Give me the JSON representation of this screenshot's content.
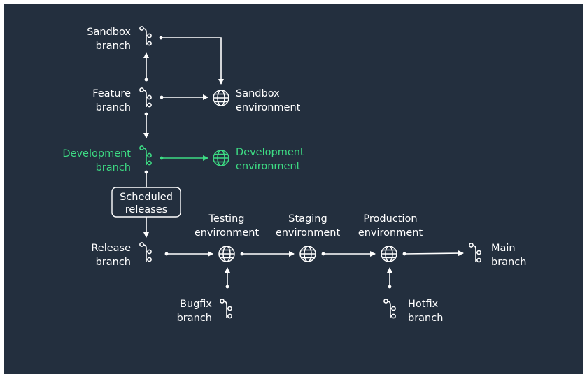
{
  "colors": {
    "background": "#232f3e",
    "default": "#ffffff",
    "highlight": "#3ddc84"
  },
  "branches": {
    "sandbox": [
      "Sandbox",
      "branch"
    ],
    "feature": [
      "Feature",
      "branch"
    ],
    "development": [
      "Development",
      "branch"
    ],
    "release": [
      "Release",
      "branch"
    ],
    "bugfix": [
      "Bugfix",
      "branch"
    ],
    "hotfix": [
      "Hotfix",
      "branch"
    ],
    "main": [
      "Main",
      "branch"
    ]
  },
  "environments": {
    "sandbox": [
      "Sandbox",
      "environment"
    ],
    "development": [
      "Development",
      "environment"
    ],
    "testing": [
      "Testing",
      "environment"
    ],
    "staging": [
      "Staging",
      "environment"
    ],
    "production": [
      "Production",
      "environment"
    ]
  },
  "scheduled": [
    "Scheduled",
    "releases"
  ],
  "icons": {
    "branch": "git-branch-icon",
    "environment": "globe-icon"
  }
}
